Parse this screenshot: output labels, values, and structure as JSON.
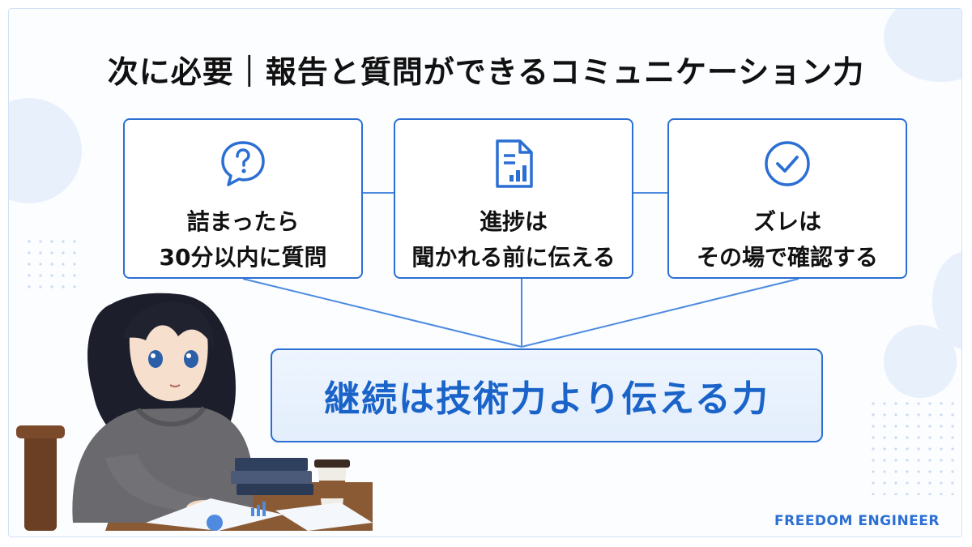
{
  "title": "次に必要｜報告と質問ができるコミュニケーション力",
  "cards": [
    {
      "icon": "question-bubble-icon",
      "line1": "詰まったら",
      "line2": "30分以内に質問"
    },
    {
      "icon": "report-document-icon",
      "line1": "進捗は",
      "line2": "聞かれる前に伝える"
    },
    {
      "icon": "check-circle-icon",
      "line1": "ズレは",
      "line2": "その場で確認する"
    }
  ],
  "banner": "継続は技術力より伝える力",
  "brand": "FREEDOM ENGINEER",
  "colors": {
    "accent": "#2b6fd3",
    "banner_text": "#1a63c9",
    "title": "#111111"
  }
}
